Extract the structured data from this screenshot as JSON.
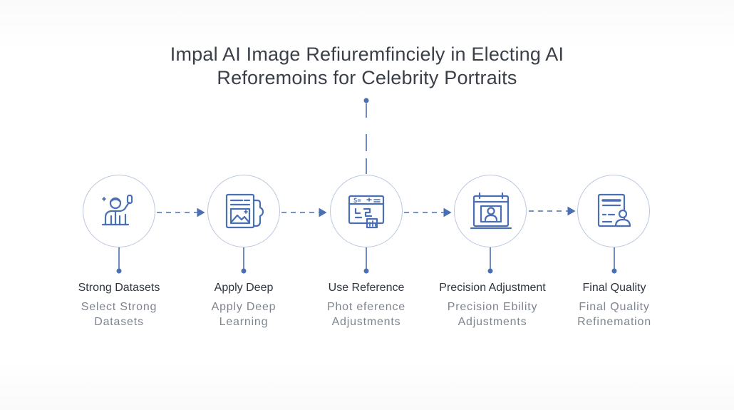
{
  "title": {
    "line1": "Impal AI Image Refiuremfinciely in Electing AI",
    "line2": "Reforemoins for Celebrity Portraits"
  },
  "colors": {
    "accent": "#4a6fb3",
    "node_border": "#b9c7df",
    "text_main": "#2f3540",
    "text_sub": "#7e858f"
  },
  "steps": [
    {
      "icon": "person-waving-icon",
      "title": "Strong Datasets",
      "sub_lines": [
        "Select Strong",
        "Datasets"
      ]
    },
    {
      "icon": "image-document-icon",
      "title": "Apply Deep",
      "sub_lines": [
        "Apply Deep",
        "Learning"
      ]
    },
    {
      "icon": "reference-screen-icon",
      "title": "Use Reference",
      "sub_lines": [
        "Phot eference",
        "Adjustments"
      ]
    },
    {
      "icon": "calendar-portrait-icon",
      "title": "Precision Adjustment",
      "sub_lines": [
        "Precision Ebility",
        "Adjustments"
      ]
    },
    {
      "icon": "profile-document-icon",
      "title": "Final Quality",
      "sub_lines": [
        "Final Quality",
        "Refinemation"
      ]
    }
  ]
}
